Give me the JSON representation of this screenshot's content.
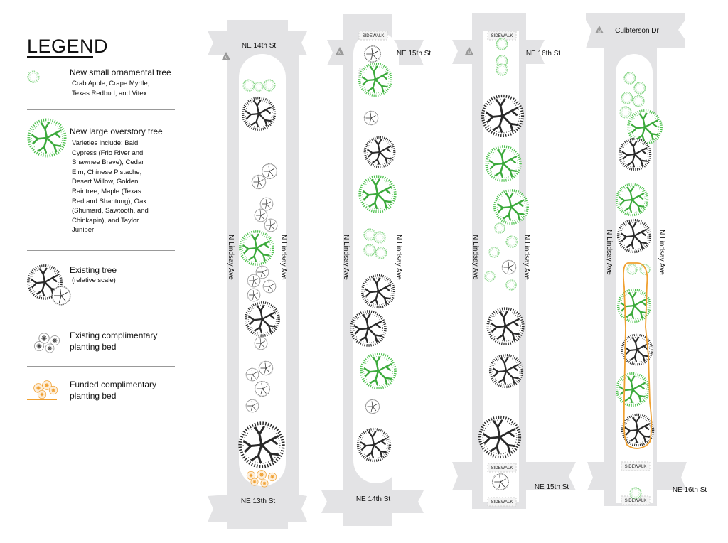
{
  "legend": {
    "title": "LEGEND",
    "items": [
      {
        "label": "New small ornamental tree",
        "detail": "Crab Apple, Crape Myrtle,\nTexas Redbud, and Vitex"
      },
      {
        "label": "New large overstory tree",
        "detail": "Varieties include: Bald\nCypress (Frio River and\nShawnee Brave), Cedar\nElm, Chinese Pistache,\nDesert Willow, Golden\nRaintree, Maple (Texas\nRed and Shantung), Oak\n(Shumard, Sawtooth, and\nChinkapin), and Taylor\nJuniper"
      },
      {
        "label": "Existing tree",
        "detail": "(relative scale)"
      },
      {
        "label": "Existing complimentary\nplanting bed",
        "detail": ""
      },
      {
        "label": "Funded complimentary\nplanting bed",
        "detail": ""
      }
    ]
  },
  "north_arrow": "N",
  "sidewalk": "SIDEWALK",
  "street_name": "N Lindsay Ave",
  "segments": [
    {
      "top_street": "NE 14th St",
      "bottom_street": "NE 13th St"
    },
    {
      "top_street": "NE 15th St",
      "bottom_street": "NE 14th St"
    },
    {
      "top_street": "NE 16th St",
      "bottom_street": "NE 15th St"
    },
    {
      "top_street": "Culbterson Dr",
      "bottom_street": "NE 16th St"
    }
  ],
  "colors": {
    "road": "#e3e3e5",
    "median": "#ffffff",
    "new_tree": "#4cc04c",
    "existing_tree": "#2a2a2a",
    "funded_bed": "#f0a030"
  }
}
